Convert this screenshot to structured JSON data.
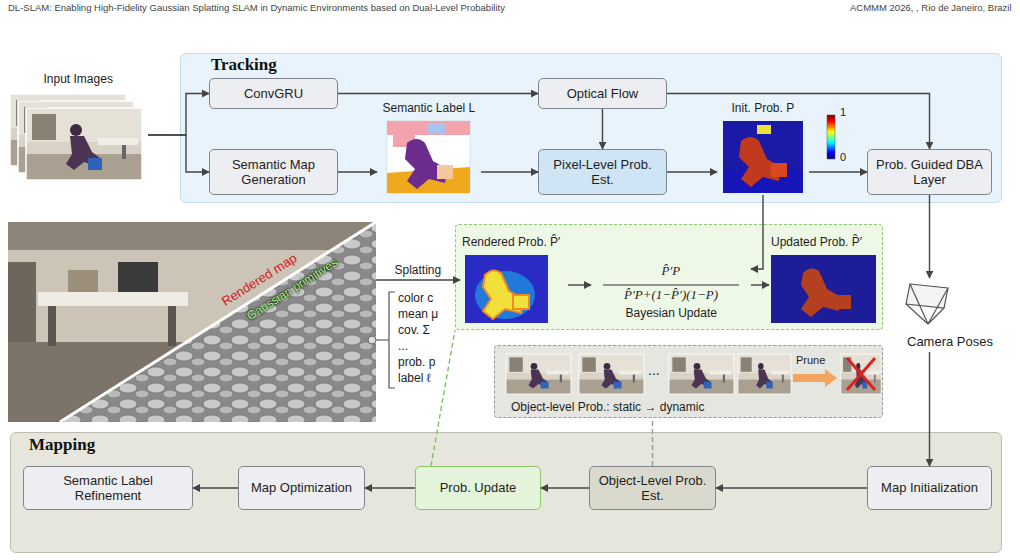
{
  "diagram": {
    "nodes": [
      {
        "text": [
          "Tracking"
        ]
      },
      {
        "text": [
          "Input Images"
        ]
      },
      {
        "text": [
          "ConvGRU"
        ],
        "in": 0
      },
      {
        "text": [
          "Semantic Map Generation"
        ],
        "in": 0
      },
      {
        "text": [
          "Semantic Label L"
        ],
        "in": 0
      },
      {
        "text": [
          "Optical Flow"
        ],
        "in": 0
      },
      {
        "text": [
          "Pixel-Level Prob. Est."
        ],
        "in": 0
      },
      {
        "text": [
          "Init. Prob. P"
        ],
        "in": 0
      },
      {
        "text": [
          "Prob. Guided DBA Layer"
        ],
        "in": 0
      },
      {
        "text": [
          "Rendered map",
          "Gaussian primitives"
        ]
      },
      {
        "text": []
      },
      {
        "text": [
          "Rendered Prob. P̂′"
        ],
        "in": 10
      },
      {
        "text": [
          "P̂′P",
          "P̂′P+(1−P̂′)(1−P)",
          "Bayesian Update"
        ],
        "in": 10
      },
      {
        "text": [
          "Updated Prob. P̂′"
        ],
        "in": 10
      },
      {
        "text": [
          "Object-level Prob.: static → dynamic",
          "...",
          "Prune"
        ]
      },
      {
        "text": [
          "Camera Poses"
        ]
      },
      {
        "text": [
          "Mapping"
        ]
      },
      {
        "text": [
          "Semantic Label Refinement"
        ],
        "in": 16
      },
      {
        "text": [
          "Map Optimization"
        ],
        "in": 16
      },
      {
        "text": [
          "Prob. Update"
        ],
        "in": 16
      },
      {
        "text": [
          "Object-Level Prob. Est."
        ],
        "in": 16
      },
      {
        "text": [
          "Map Initialization"
        ],
        "in": 16
      }
    ],
    "edges": [
      {
        "from": 1,
        "to": 2,
        "arrow": "to"
      },
      {
        "from": 1,
        "to": 3,
        "arrow": "to"
      },
      {
        "from": 2,
        "to": 5,
        "arrow": "to"
      },
      {
        "from": 5,
        "to": 6,
        "arrow": "to"
      },
      {
        "from": 5,
        "to": 8,
        "arrow": "to"
      },
      {
        "from": 3,
        "to": 4,
        "arrow": "to"
      },
      {
        "from": 4,
        "to": 6,
        "arrow": "to"
      },
      {
        "from": 6,
        "to": 7,
        "arrow": "to"
      },
      {
        "from": 7,
        "to": 8,
        "arrow": "to"
      },
      {
        "from": 7,
        "to": 12,
        "arrow": "to"
      },
      {
        "from": 9,
        "to": 11,
        "label": "Splatting",
        "arrow": "to"
      },
      {
        "from": 11,
        "to": 12,
        "arrow": "to"
      },
      {
        "from": 12,
        "to": 13,
        "arrow": "to"
      },
      {
        "from": 8,
        "to": 15,
        "arrow": "to"
      },
      {
        "from": 15,
        "to": 21,
        "arrow": "to"
      },
      {
        "from": 21,
        "to": 20,
        "arrow": "to"
      },
      {
        "from": 20,
        "to": 19,
        "arrow": "to"
      },
      {
        "from": 19,
        "to": 18,
        "arrow": "to"
      },
      {
        "from": 18,
        "to": 17,
        "arrow": "to"
      },
      {
        "from": 19,
        "to": 10,
        "arrow": "none"
      },
      {
        "from": 20,
        "to": 14,
        "arrow": "none"
      }
    ],
    "labels": [
      "DL-SLAM: Enabling High-Fidelity Gaussian Splatting SLAM in Dynamic Environments based on Dual-Level Probability",
      "ACMMM 2026, , Rio de Janeiro, Brazil",
      "1",
      "0",
      "color c",
      "mean μ",
      "cov. Σ",
      "...",
      "prob. p",
      "label ℓ"
    ]
  }
}
